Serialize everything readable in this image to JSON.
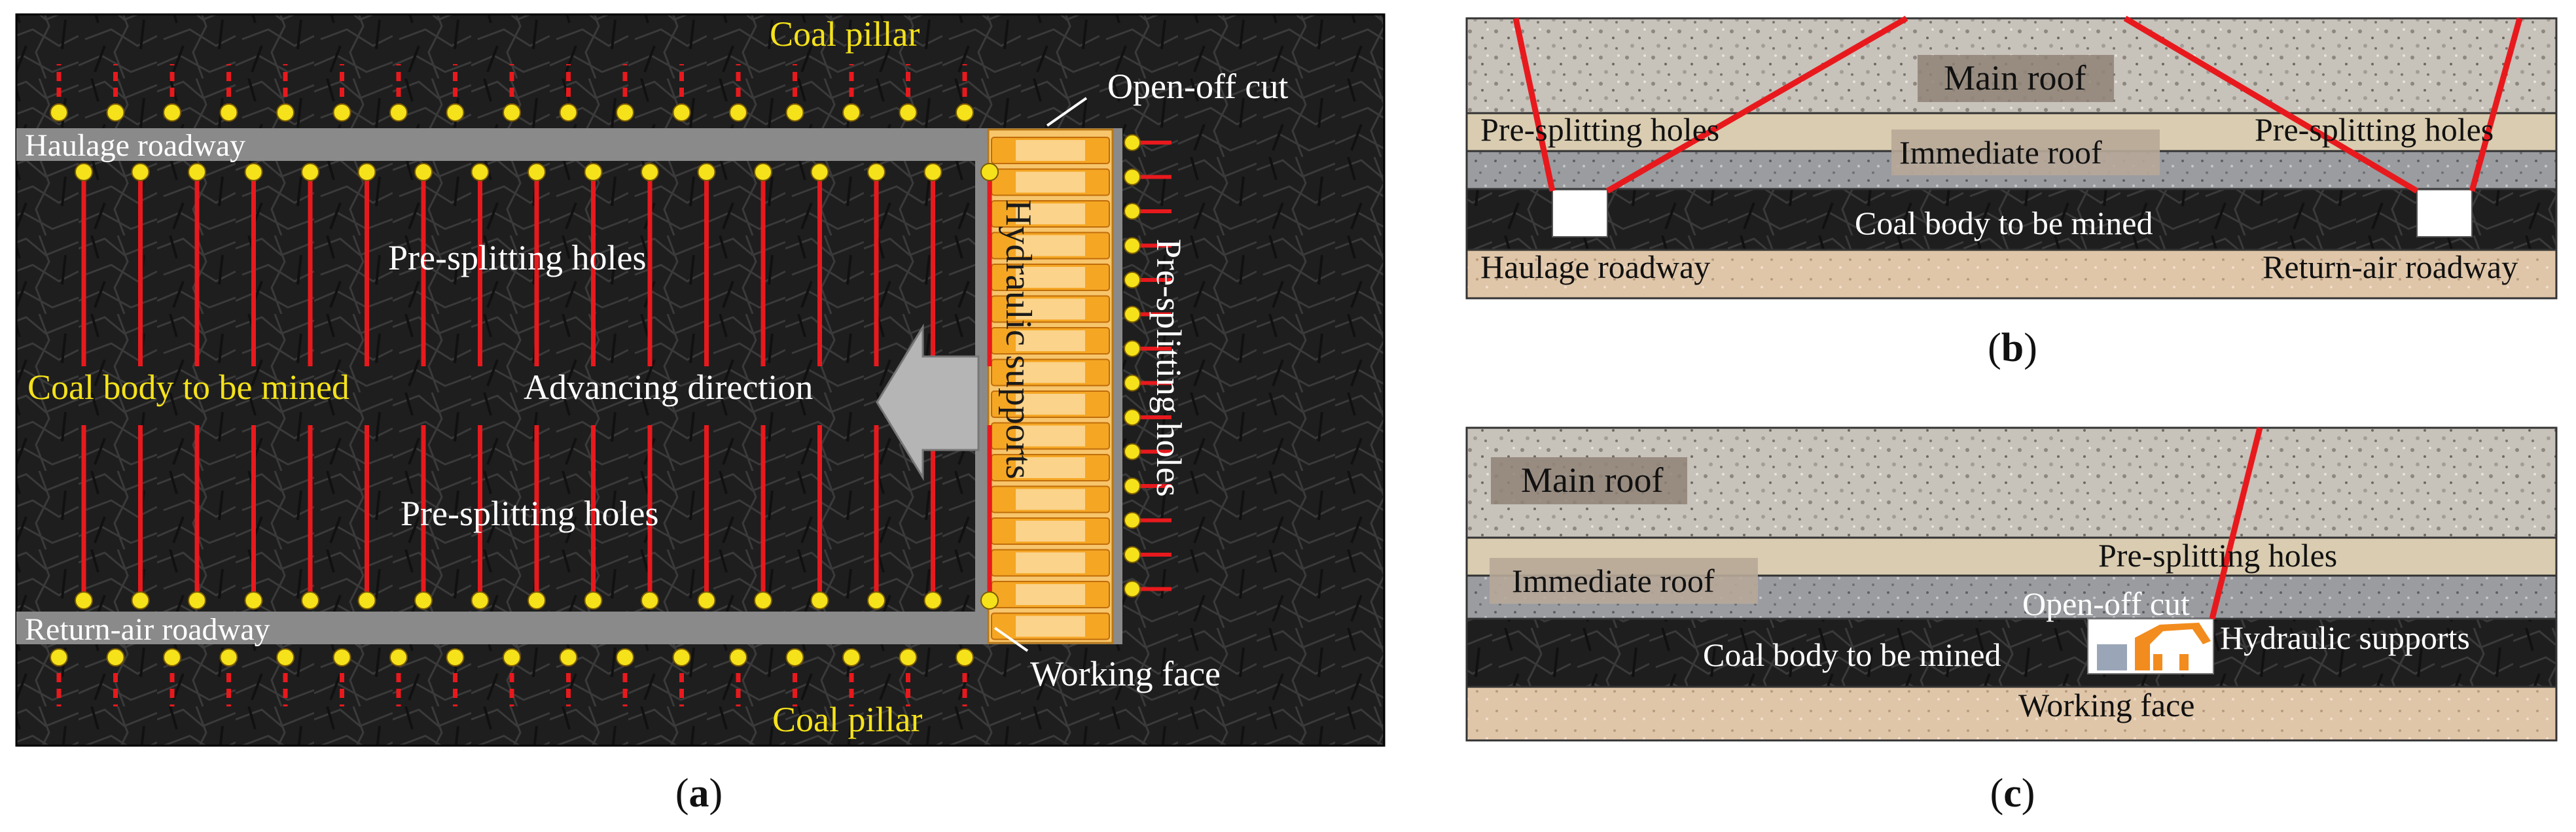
{
  "panel_a": {
    "coal_pillar_top": "Coal pillar",
    "coal_pillar_bottom": "Coal pillar",
    "open_off_cut": "Open-off cut",
    "haulage_roadway": "Haulage roadway",
    "return_air_roadway": "Return-air roadway",
    "presplitting_holes_upper": "Pre-splitting holes",
    "presplitting_holes_lower": "Pre-splitting holes",
    "presplitting_holes_vertical": "Pre-splitting holes",
    "coal_body": "Coal body to be mined",
    "advancing_direction": "Advancing direction",
    "hydraulic_supports": "Hydraulic supports",
    "working_face": "Working face"
  },
  "panel_b": {
    "main_roof": "Main roof",
    "presplitting_left": "Pre-splitting holes",
    "presplitting_right": "Pre-splitting holes",
    "immediate_roof": "Immediate roof",
    "coal_body": "Coal body to be mined",
    "haulage_roadway": "Haulage roadway",
    "return_air_roadway": "Return-air roadway"
  },
  "panel_c": {
    "main_roof": "Main roof",
    "presplitting_holes": "Pre-splitting holes",
    "immediate_roof": "Immediate roof",
    "open_off_cut": "Open-off cut",
    "hydraulic_supports": "Hydraulic supports",
    "coal_body": "Coal body to be mined",
    "working_face": "Working face"
  },
  "captions": {
    "a": "a",
    "b": "b",
    "c": "c"
  },
  "colors": {
    "rock": "#1f1f1f",
    "roadway": "#8a8a8a",
    "hole": "#e8191d",
    "hole_head": "#f5e21a",
    "support": "#f5a623",
    "main_roof": "#c9c4bd",
    "sandstone_layer": "#d9ccb0",
    "immediate_roof": "#9ea0a4",
    "coal_seam": "#262626",
    "floor": "#e2c9ad"
  }
}
